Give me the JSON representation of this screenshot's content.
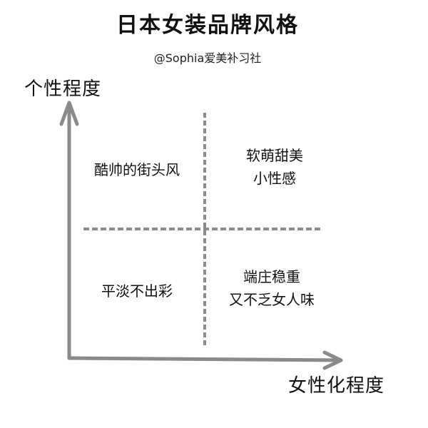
{
  "header": {
    "title": "日本女装品牌风格",
    "subtitle": "@Sophia爱美补习社"
  },
  "axes": {
    "y_label": "个性程度",
    "x_label": "女性化程度",
    "axis_color": "#8a8a8a",
    "divider_color": "#8a8a8a"
  },
  "quadrants": {
    "top_left": {
      "lines": [
        "酷帅的街头风"
      ]
    },
    "top_right": {
      "lines": [
        "软萌甜美",
        "小性感"
      ]
    },
    "bottom_left": {
      "lines": [
        "平淡不出彩"
      ]
    },
    "bottom_right": {
      "lines": [
        "端庄稳重",
        "又不乏女人味"
      ]
    }
  },
  "chart_data": {
    "type": "quadrant",
    "title": "日本女装品牌风格",
    "subtitle": "@Sophia爱美补习社",
    "xlabel": "女性化程度",
    "ylabel": "个性程度",
    "quadrants": [
      {
        "position": "high-personality / low-femininity",
        "label": "酷帅的街头风"
      },
      {
        "position": "high-personality / high-femininity",
        "label": "软萌甜美 小性感"
      },
      {
        "position": "low-personality / low-femininity",
        "label": "平淡不出彩"
      },
      {
        "position": "low-personality / high-femininity",
        "label": "端庄稳重 又不乏女人味"
      }
    ],
    "grid": false
  }
}
